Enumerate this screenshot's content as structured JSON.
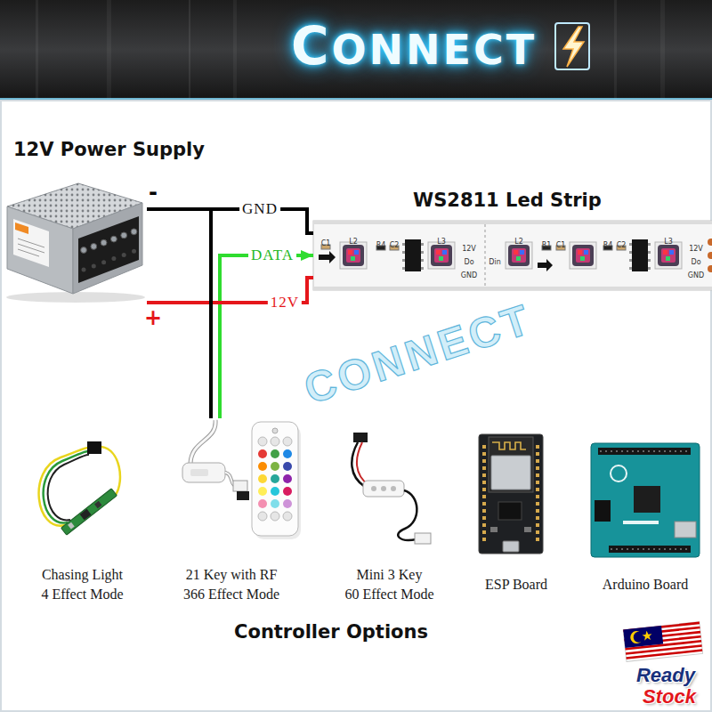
{
  "diagram": {
    "title": "CONNECT",
    "nodes": [
      {
        "text": [
          "12V Power Supply"
        ]
      },
      {
        "text": [
          "WS2811 Led Strip"
        ]
      },
      {
        "text": [
          "Chasing Light",
          "4 Effect Mode"
        ]
      },
      {
        "text": [
          "21 Key with RF",
          "366 Effect Mode"
        ]
      },
      {
        "text": [
          "Mini 3 Key",
          "60 Effect Mode"
        ]
      },
      {
        "text": [
          "ESP Board"
        ]
      },
      {
        "text": [
          "Arduino Board"
        ]
      }
    ],
    "edges": [
      {
        "from": 0,
        "to": 1,
        "label": "GND",
        "arrow": "none"
      },
      {
        "from": 3,
        "to": 1,
        "label": "DATA",
        "arrow": "to"
      },
      {
        "from": 0,
        "to": 1,
        "label": "12V",
        "arrow": "none"
      },
      {
        "from": 0,
        "to": 3,
        "arrow": "none"
      }
    ],
    "labels": [
      "-",
      "+",
      "C1",
      "L2",
      "R4",
      "C2",
      "L3",
      "12V",
      "Do",
      "GND",
      "Din",
      "L2",
      "R1",
      "C1",
      "R4",
      "C2",
      "L3",
      "12V",
      "Do",
      "GND",
      "Controller Options",
      "CONNECT",
      "Ready",
      "Stock"
    ]
  }
}
